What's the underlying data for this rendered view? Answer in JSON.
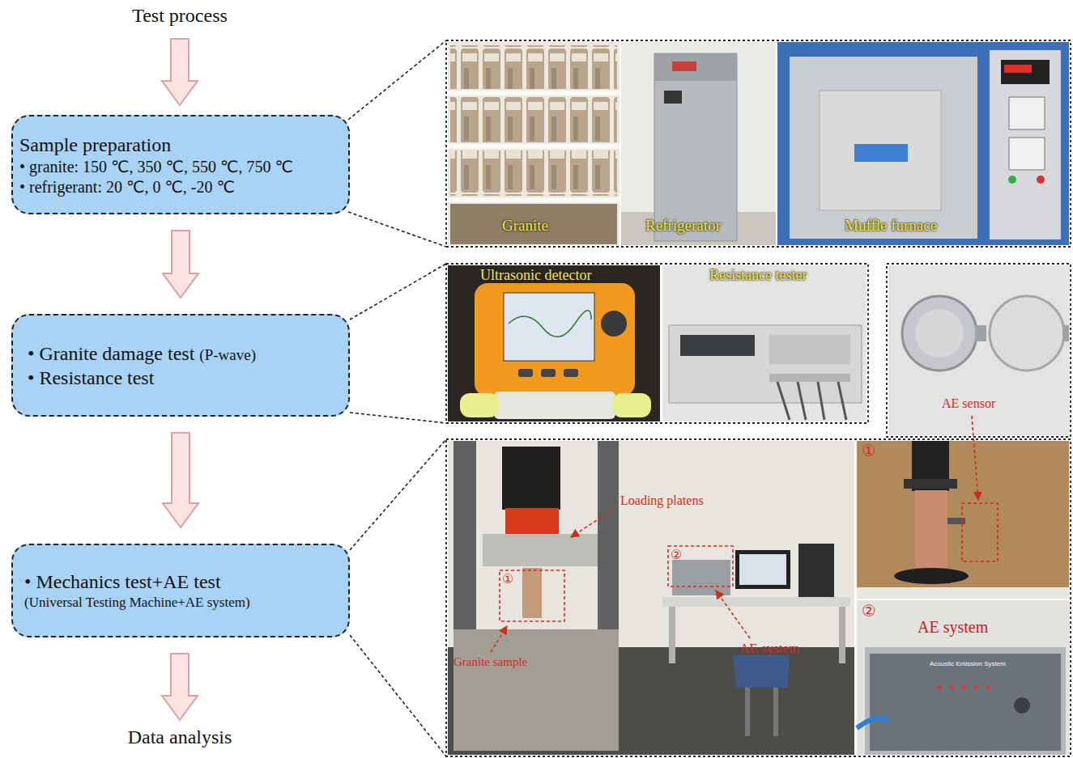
{
  "diagram": {
    "title": "Test process",
    "nodes": [
      {
        "text": [
          "Sample preparation",
          "• granite: 150 ℃, 350 ℃, 550 ℃, 750 ℃",
          "• refrigerant: 20 ℃, 0 ℃, -20 ℃"
        ]
      },
      {
        "text": [
          "• Granite damage test",
          "(P-wave)",
          "• Resistance test"
        ]
      },
      {
        "text": [
          "• Mechanics test+AE test",
          "(Universal Testing Machine+AE system)"
        ]
      }
    ],
    "edges": [
      {
        "from": 0,
        "to": 1,
        "arrow": "to"
      },
      {
        "from": 1,
        "to": 2,
        "arrow": "to"
      }
    ],
    "labels": [
      "Granite",
      "Refrigerator",
      "Muffle furnace",
      "Ultrasonic detector",
      "Resistance tester",
      "AE sensor",
      "Loading platens",
      "①",
      "②",
      "Granite sample",
      "AE system",
      "①",
      "②",
      "AE system",
      "Acoustic Emission System",
      "Data analysis"
    ]
  }
}
